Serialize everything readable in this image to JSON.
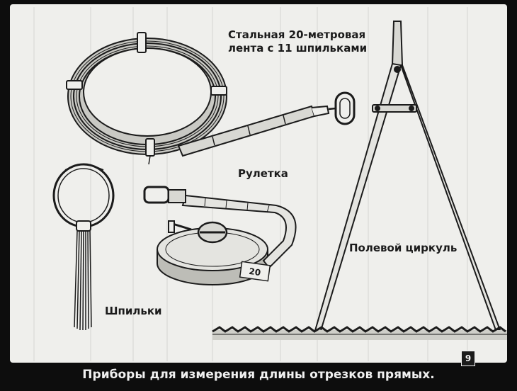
{
  "labels": {
    "steel_tape_line1": "Стальная 20-метровая",
    "steel_tape_line2": "лента с 11 шпильками",
    "roulette": "Рулетка",
    "field_compass": "Полевой циркуль",
    "pins": "Шпильки"
  },
  "roulette_marking": "20",
  "frame_number": "9",
  "caption": "Приборы для измерения длины отрезков прямых.",
  "colors": {
    "background": "#efefec",
    "ink": "#1b1b1b",
    "border": "#0d0d0d",
    "caption_text": "#f0f0f0"
  }
}
